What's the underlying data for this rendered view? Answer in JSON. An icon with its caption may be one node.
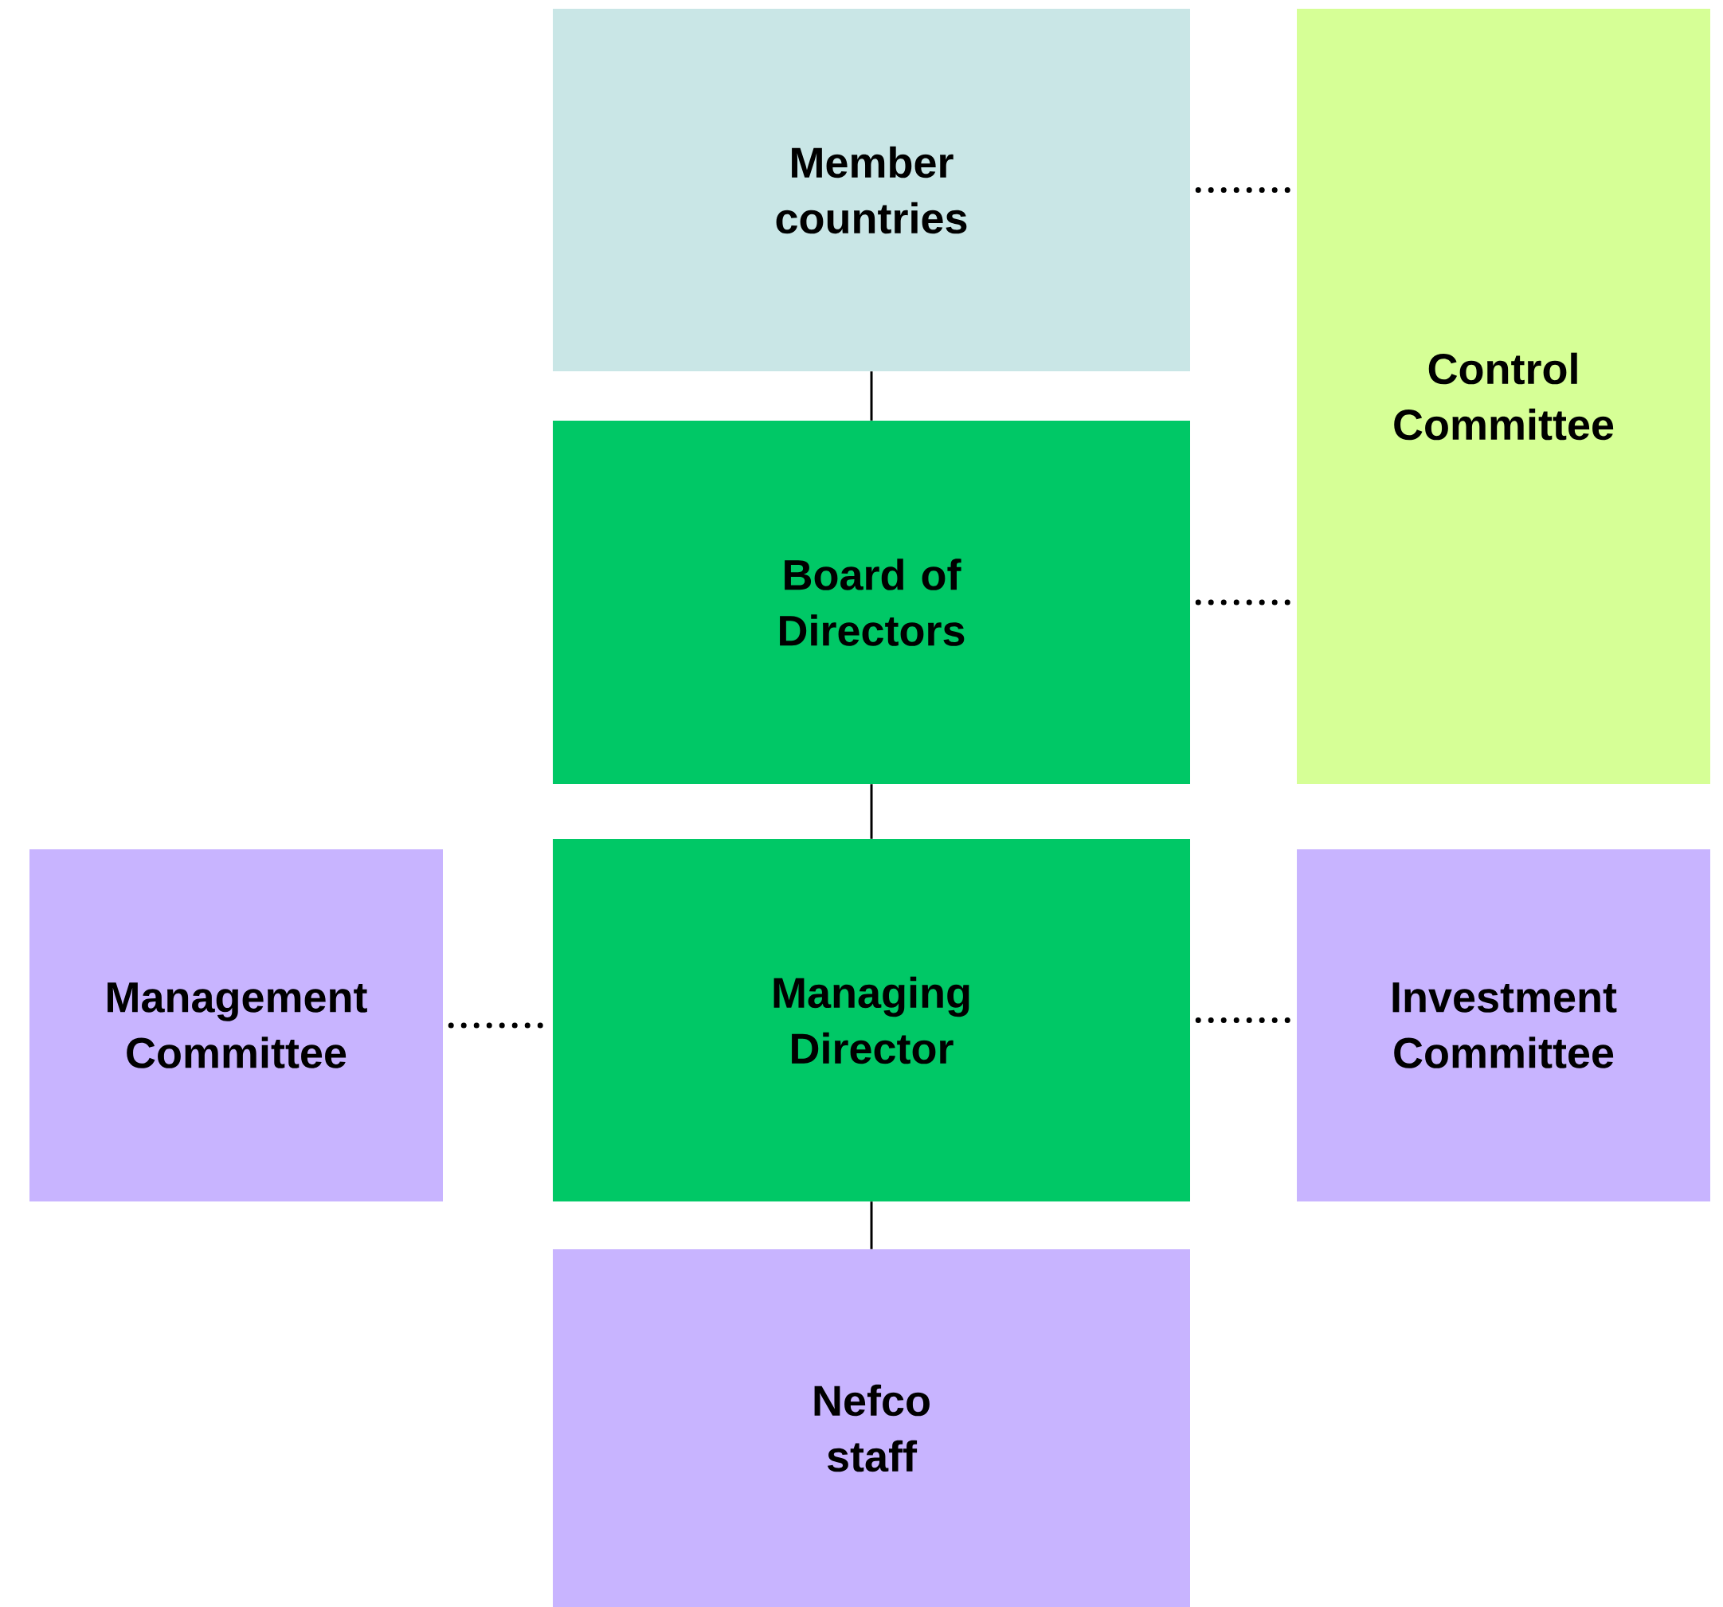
{
  "diagram": {
    "nodes": [
      {
        "text": [
          "Member countries"
        ]
      },
      {
        "text": [
          "Board of Directors"
        ]
      },
      {
        "text": [
          "Managing Director"
        ]
      },
      {
        "text": [
          "Nefco staff"
        ]
      },
      {
        "text": [
          "Control Committee"
        ]
      },
      {
        "text": [
          "Management Committee"
        ]
      },
      {
        "text": [
          "Investment Committee"
        ]
      }
    ],
    "edges": [
      {
        "from": 0,
        "to": 1,
        "arrow": "none"
      },
      {
        "from": 1,
        "to": 2,
        "arrow": "none"
      },
      {
        "from": 2,
        "to": 3,
        "arrow": "none"
      },
      {
        "from": 0,
        "to": 4,
        "arrow": "none",
        "style": "dashed"
      },
      {
        "from": 1,
        "to": 4,
        "arrow": "none",
        "style": "dashed"
      },
      {
        "from": 5,
        "to": 2,
        "arrow": "none",
        "style": "dashed"
      },
      {
        "from": 2,
        "to": 6,
        "arrow": "none",
        "style": "dashed"
      }
    ]
  }
}
